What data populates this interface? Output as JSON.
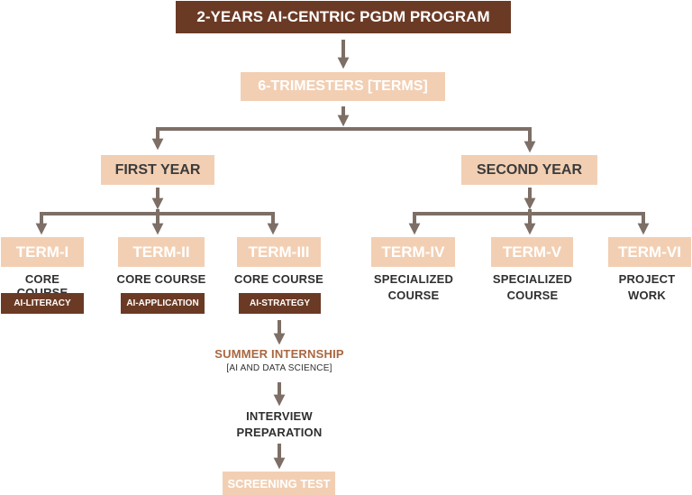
{
  "colors": {
    "dark_brown": "#6b3a25",
    "light_peach": "#f2cfb3",
    "arrow": "#7d6f66",
    "accent_text": "#a9673f",
    "text": "#2f2f2f"
  },
  "title": "2-YEARS AI-CENTRIC PGDM PROGRAM",
  "trimesters": "6-TRIMESTERS [TERMS]",
  "years": {
    "first": "FIRST YEAR",
    "second": "SECOND YEAR"
  },
  "terms": [
    {
      "name": "TERM-I",
      "label": "CORE COURSE",
      "badge": "AI-LITERACY"
    },
    {
      "name": "TERM-II",
      "label": "CORE COURSE",
      "badge": "AI-APPLICATION"
    },
    {
      "name": "TERM-III",
      "label": "CORE COURSE",
      "badge": "AI-STRATEGY"
    },
    {
      "name": "TERM-IV",
      "label_line1": "SPECIALIZED",
      "label_line2": "COURSE"
    },
    {
      "name": "TERM-V",
      "label_line1": "SPECIALIZED",
      "label_line2": "COURSE"
    },
    {
      "name": "TERM-VI",
      "label_line1": "PROJECT",
      "label_line2": "WORK"
    }
  ],
  "internship": {
    "title": "SUMMER INTERNSHIP",
    "subtitle": "[AI AND DATA SCIENCE]"
  },
  "interview": {
    "line1": "INTERVIEW",
    "line2": "PREPARATION"
  },
  "screening": "SCREENING TEST"
}
